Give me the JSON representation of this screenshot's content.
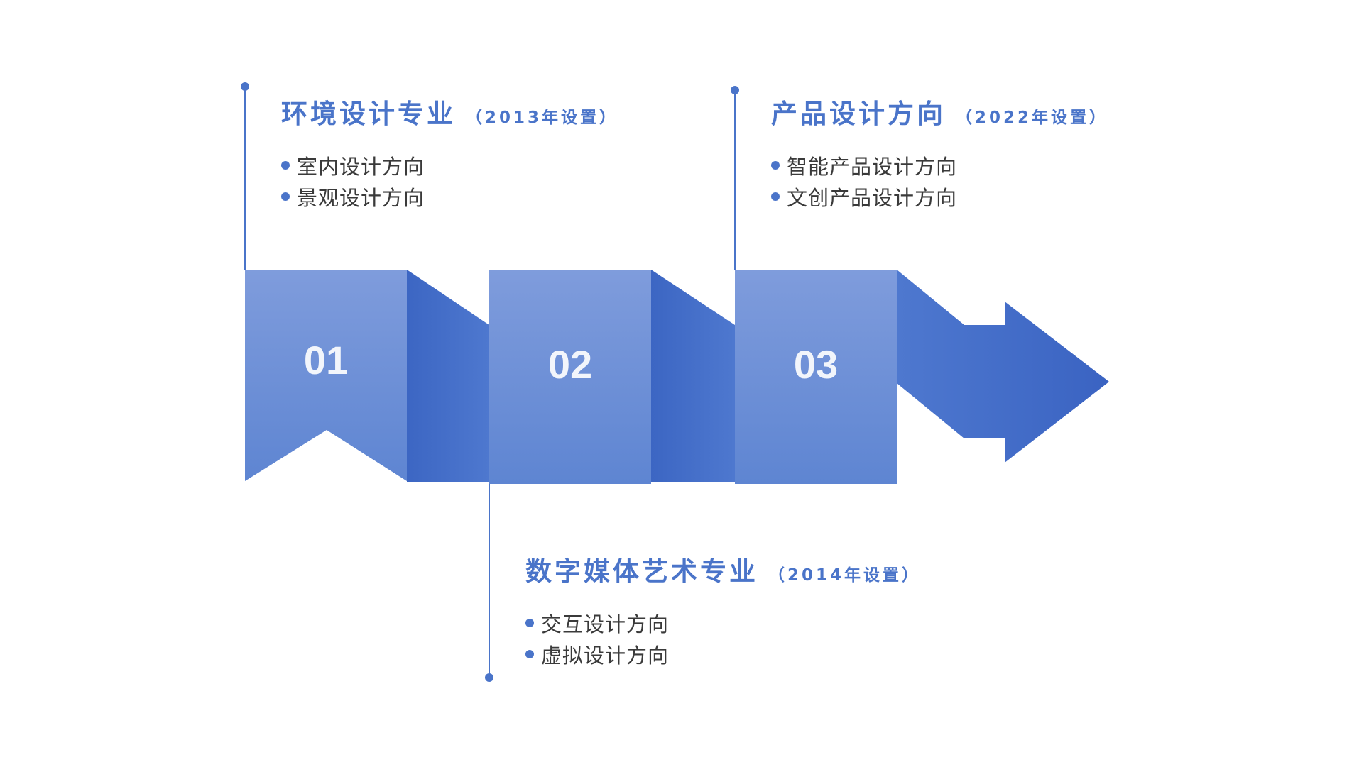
{
  "colors": {
    "accent": "#4a74c9",
    "block_light_top": "#7f9cdc",
    "block_light_bottom": "#5e85d2",
    "fold_light": "#5a80d4",
    "fold_dark": "#3c66c3",
    "number_text": "#f2f5fb",
    "body_text": "#3a3a3a"
  },
  "steps": [
    {
      "number": "01"
    },
    {
      "number": "02"
    },
    {
      "number": "03"
    }
  ],
  "sections": [
    {
      "title": "环境设计专业",
      "year": "（2013年设置）",
      "items": [
        "室内设计方向",
        "景观设计方向"
      ]
    },
    {
      "title": "数字媒体艺术专业",
      "year": "（2014年设置）",
      "items": [
        "交互设计方向",
        "虚拟设计方向"
      ]
    },
    {
      "title": "产品设计方向",
      "year": "（2022年设置）",
      "items": [
        "智能产品设计方向",
        "文创产品设计方向"
      ]
    }
  ],
  "icons": {
    "bullet": "dot-icon",
    "arrow": "arrow-right-icon"
  }
}
